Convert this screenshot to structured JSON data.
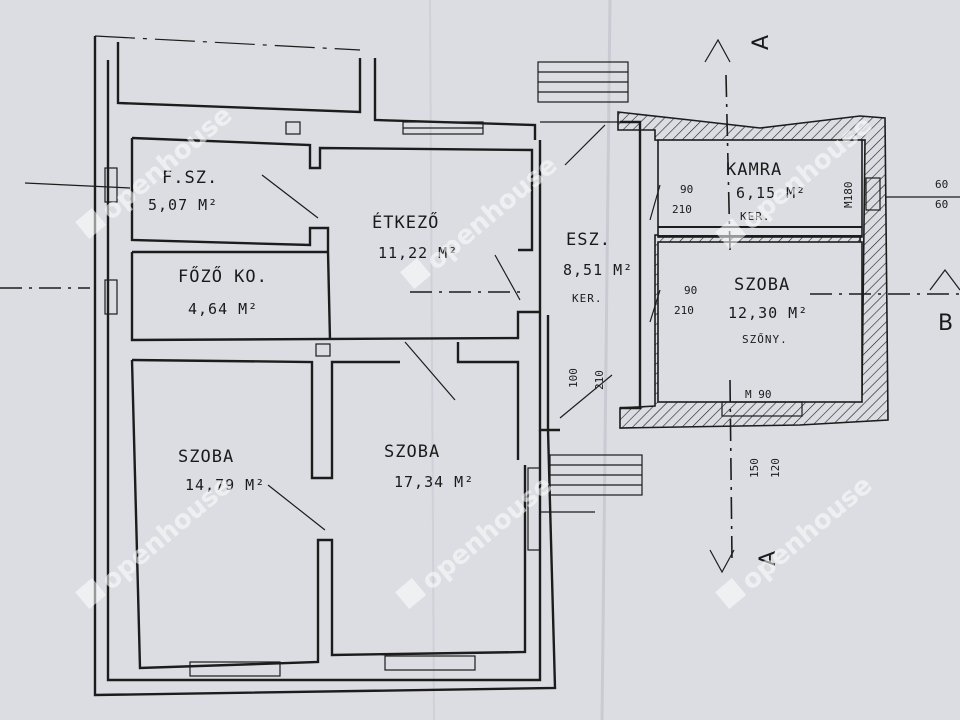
{
  "rooms": {
    "fsz": {
      "label": "F.SZ.",
      "area": "5,07 M²"
    },
    "fozo": {
      "label": "FŐZŐ KO.",
      "area": "4,64 M²"
    },
    "etkezo": {
      "label": "ÉTKEZŐ",
      "area": "11,22 M²"
    },
    "esz": {
      "label": "ESZ.",
      "area": "8,51 M²",
      "note": "KER."
    },
    "kamra": {
      "label": "KAMRA",
      "area": "6,15 M²",
      "note": "KER."
    },
    "szoba_e": {
      "label": "SZOBA",
      "area": "12,30 M²",
      "note": "SZŐNY."
    },
    "szoba_sw": {
      "label": "SZOBA",
      "area": "14,79 M²"
    },
    "szoba_s": {
      "label": "SZOBA",
      "area": "17,34 M²"
    }
  },
  "dimensions": {
    "door_kamra_w": "90",
    "door_kamra_h": "210",
    "door_szoba_w": "90",
    "door_szoba_h": "210",
    "door_esz_w": "100",
    "door_esz_h": "210",
    "win_kamra": "M180",
    "win_east_w": "60",
    "win_east_h": "60",
    "win_szoba_m": "M 90",
    "win_south_w": "150",
    "win_south_h": "120"
  },
  "sections": {
    "a_top": "A",
    "a_bottom": "A",
    "b": "B"
  },
  "watermark": "openhouse"
}
